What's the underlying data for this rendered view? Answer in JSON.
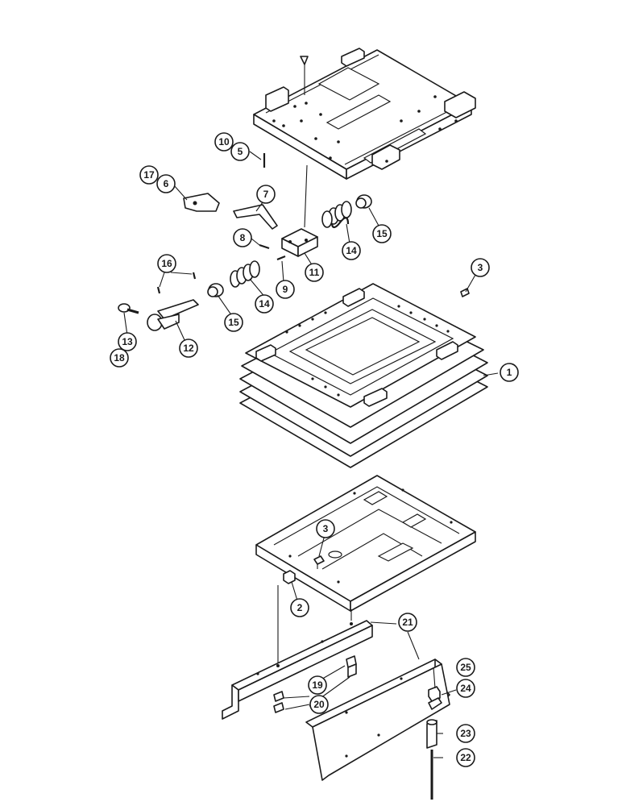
{
  "diagram": {
    "callouts": [
      {
        "id": "c1",
        "label": "1"
      },
      {
        "id": "c2",
        "label": "2"
      },
      {
        "id": "c3a",
        "label": "3"
      },
      {
        "id": "c3b",
        "label": "3"
      },
      {
        "id": "c5",
        "label": "5"
      },
      {
        "id": "c6",
        "label": "6"
      },
      {
        "id": "c7",
        "label": "7"
      },
      {
        "id": "c8",
        "label": "8"
      },
      {
        "id": "c9",
        "label": "9"
      },
      {
        "id": "c10",
        "label": "10"
      },
      {
        "id": "c11",
        "label": "11"
      },
      {
        "id": "c12",
        "label": "12"
      },
      {
        "id": "c13",
        "label": "13"
      },
      {
        "id": "c14a",
        "label": "14"
      },
      {
        "id": "c14b",
        "label": "14"
      },
      {
        "id": "c15a",
        "label": "15"
      },
      {
        "id": "c15b",
        "label": "15"
      },
      {
        "id": "c16",
        "label": "16"
      },
      {
        "id": "c17",
        "label": "17"
      },
      {
        "id": "c18",
        "label": "18"
      },
      {
        "id": "c19",
        "label": "19"
      },
      {
        "id": "c20",
        "label": "20"
      },
      {
        "id": "c21",
        "label": "21"
      },
      {
        "id": "c22",
        "label": "22"
      },
      {
        "id": "c23",
        "label": "23"
      },
      {
        "id": "c24",
        "label": "24"
      },
      {
        "id": "c25",
        "label": "25"
      }
    ],
    "parts": [
      "top-seat-plate",
      "bellows-frame",
      "base-plate",
      "mounting-rail-left",
      "mounting-rail-right",
      "spring",
      "spring-cap",
      "adjustment-block",
      "cam-lever",
      "release-lever",
      "handle",
      "pin",
      "bolt",
      "nut",
      "spacer-tube",
      "stud"
    ]
  }
}
